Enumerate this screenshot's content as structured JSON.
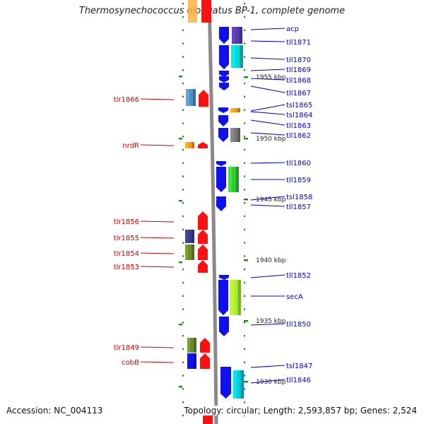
{
  "title": "Thermosynechococcus elongatus BP-1, complete genome",
  "footer": {
    "accession": "Accession: NC_004113",
    "summary": "Topology: circular; Length: 2,593,857 bp; Genes: 2,524"
  },
  "colors": {
    "backbone": "#8a8a8a",
    "tick": "#1a8a1a",
    "forward_label": "#cc0000",
    "reverse_label": "#0000cc",
    "gene_forward": "#ff1010",
    "gene_reverse": "#1010ee"
  },
  "kbp_marks": [
    {
      "label": "1955 kbp",
      "kbp": 1955
    },
    {
      "label": "1950 kbp",
      "kbp": 1950
    },
    {
      "label": "1945 kbp",
      "kbp": 1945
    },
    {
      "label": "1940 kbp",
      "kbp": 1940
    },
    {
      "label": "1935 kbp",
      "kbp": 1935
    },
    {
      "label": "1930 kbp",
      "kbp": 1930
    }
  ],
  "forward_genes": [
    {
      "name": "tlr1866",
      "cog_color": "#4f8fc6"
    },
    {
      "name": "nrdR",
      "cog_color": "#ff9a10"
    },
    {
      "name": "tlr1856",
      "cog_color": ""
    },
    {
      "name": "tlr1855",
      "cog_color": "#3a3a8a"
    },
    {
      "name": "tlr1854",
      "cog_color": "#6a8a28"
    },
    {
      "name": "tlr1853",
      "cog_color": ""
    },
    {
      "name": "tlr1849",
      "cog_color": "#6a8a28"
    },
    {
      "name": "cobB",
      "cog_color": "#1010ee"
    }
  ],
  "reverse_genes": [
    {
      "name": "acp",
      "cog_color": "#5a3aa8"
    },
    {
      "name": "tll1871",
      "cog_color": "#00d8d8"
    },
    {
      "name": "tll1870",
      "cog_color": ""
    },
    {
      "name": "tll1869",
      "cog_color": ""
    },
    {
      "name": "tll1868",
      "cog_color": ""
    },
    {
      "name": "tll1867",
      "cog_color": ""
    },
    {
      "name": "tsl1865",
      "cog_color": "#ff9a10"
    },
    {
      "name": "tsl1864",
      "cog_color": ""
    },
    {
      "name": "tll1863",
      "cog_color": "#777777"
    },
    {
      "name": "tll1862",
      "cog_color": ""
    },
    {
      "name": "tll1860",
      "cog_color": ""
    },
    {
      "name": "tll1859",
      "cog_color": "#30cc30"
    },
    {
      "name": "tsl1858",
      "cog_color": ""
    },
    {
      "name": "tll1857",
      "cog_color": ""
    },
    {
      "name": "tll1852",
      "cog_color": ""
    },
    {
      "name": "secA",
      "cog_color": "#a8f030"
    },
    {
      "name": "tll1850",
      "cog_color": ""
    },
    {
      "name": "tsl1847",
      "cog_color": ""
    },
    {
      "name": "tll1846",
      "cog_color": "#00c8d8"
    }
  ]
}
